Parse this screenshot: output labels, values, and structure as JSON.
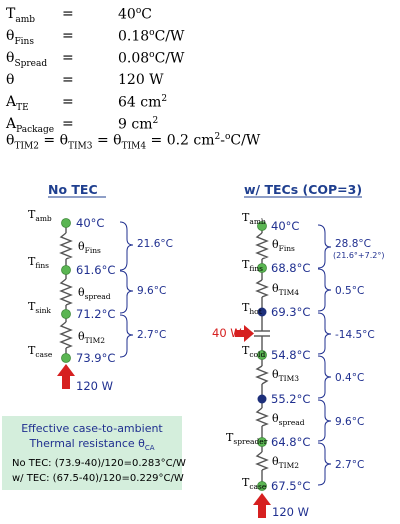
{
  "params": [
    {
      "sym": "T",
      "sub": "amb",
      "eq": "=",
      "val": "40",
      "sup": "o",
      "unit": "C"
    },
    {
      "sym": "θ",
      "sub": "Fins",
      "eq": "=",
      "val": "0.18",
      "sup": "o",
      "unit": "C/W"
    },
    {
      "sym": "θ",
      "sub": "Spread",
      "eq": "=",
      "val": "0.08",
      "sup": "o",
      "unit": "C/W"
    },
    {
      "sym": "θ",
      "sub": "",
      "eq": "=",
      "val": "120 W",
      "sup": "",
      "unit": ""
    },
    {
      "sym": "A",
      "sub": "TE",
      "eq": "=",
      "val": "64 cm",
      "sup": "2",
      "unit": ""
    },
    {
      "sym": "A",
      "sub": "Package",
      "eq": "=",
      "val": "9 cm",
      "sup": "2",
      "unit": ""
    }
  ],
  "tim_line": {
    "p1": "θ",
    "s1": "TIM2",
    "eq1": " = θ",
    "s2": "TIM3",
    "eq2": " = θ",
    "s3": "TIM4",
    "val": " = 0.2 cm",
    "sup": "2",
    "tail": "-",
    "sup2": "o",
    "unit": "C/W"
  },
  "left": {
    "title": "No TEC",
    "nodes": [
      {
        "label": "T",
        "sub": "amb",
        "value": "40°C"
      },
      {
        "label": "T",
        "sub": "fins",
        "value": "61.6°C"
      },
      {
        "label": "T",
        "sub": "sink",
        "value": "71.2°C"
      },
      {
        "label": "T",
        "sub": "case",
        "value": "73.9°C"
      }
    ],
    "resistors": [
      {
        "label": "θ",
        "sub": "Fins"
      },
      {
        "label": "θ",
        "sub": "spread"
      },
      {
        "label": "θ",
        "sub": "TIM2"
      }
    ],
    "deltas": [
      "21.6°C",
      "9.6°C",
      "2.7°C"
    ],
    "input": "120 W"
  },
  "right": {
    "title": "w/ TECs (COP=3)",
    "nodes": [
      {
        "label": "T",
        "sub": "amb",
        "value": "40°C"
      },
      {
        "label": "T",
        "sub": "fins",
        "value": "68.8°C"
      },
      {
        "label": "T",
        "sub": "hot",
        "value": "69.3°C"
      },
      {
        "label": "T",
        "sub": "cold",
        "value": "54.8°C"
      },
      {
        "label": "",
        "sub": "",
        "value": "55.2°C"
      },
      {
        "label": "T",
        "sub": "spreader",
        "value": "64.8°C"
      },
      {
        "label": "T",
        "sub": "case",
        "value": "67.5°C"
      }
    ],
    "resistors": [
      {
        "label": "θ",
        "sub": "Fins"
      },
      {
        "label": "θ",
        "sub": "TIM4"
      },
      {
        "label": "θ",
        "sub": "TIM3"
      },
      {
        "label": "θ",
        "sub": "spread"
      },
      {
        "label": "θ",
        "sub": "TIM2"
      }
    ],
    "deltas": [
      "28.8°C",
      "0.5°C",
      "-14.5°C",
      "0.4°C",
      "9.6°C",
      "2.7°C"
    ],
    "delta_note": "(21.6°+7.2°)",
    "tec_input": "40 W",
    "input": "120 W"
  },
  "box": {
    "line1": "Effective case-to-ambient",
    "line2a": "Thermal resistance θ",
    "line2sub": "CA",
    "r1": "No TEC:  (73.9-40)/120=0.283°C/W",
    "r2": "w/ TEC:  (67.5-40)/120=0.229°C/W"
  },
  "colors": {
    "accent": "#1f3f8f",
    "node_green": "#5ab552",
    "node_navy": "#1d2f7a",
    "arrow": "#d62020",
    "box": "#d4eedc"
  }
}
